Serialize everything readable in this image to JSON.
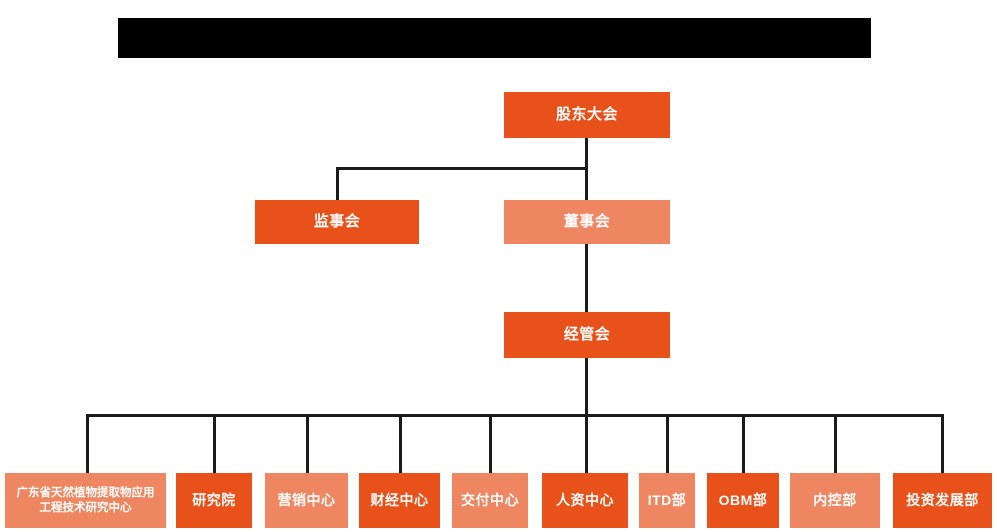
{
  "chart": {
    "type": "org-chart",
    "title_bar": {
      "label": "",
      "redacted": true,
      "color": "#000000"
    },
    "colors": {
      "dark_orange": "#E8511A",
      "light_orange": "#EE8761",
      "connector": "#1a1a1a",
      "background": "#ffffff",
      "text": "#ffffff"
    },
    "levels": [
      {
        "level": 1,
        "nodes": [
          {
            "id": "shareholders",
            "label": "股东大会",
            "shade": "dark"
          }
        ]
      },
      {
        "level": 2,
        "nodes": [
          {
            "id": "supervisory-board",
            "label": "监事会",
            "shade": "dark"
          },
          {
            "id": "board-of-directors",
            "label": "董事会",
            "shade": "light"
          }
        ]
      },
      {
        "level": 3,
        "nodes": [
          {
            "id": "management-committee",
            "label": "经管会",
            "shade": "dark"
          }
        ]
      },
      {
        "level": 4,
        "nodes": [
          {
            "id": "research-center",
            "label": "广东省天然植物提取物应用工程技术研究中心",
            "shade": "light"
          },
          {
            "id": "research-institute",
            "label": "研究院",
            "shade": "dark"
          },
          {
            "id": "marketing-center",
            "label": "营销中心",
            "shade": "light"
          },
          {
            "id": "finance-center",
            "label": "财经中心",
            "shade": "dark"
          },
          {
            "id": "delivery-center",
            "label": "交付中心",
            "shade": "light"
          },
          {
            "id": "hr-center",
            "label": "人资中心",
            "shade": "dark"
          },
          {
            "id": "itd-dept",
            "label": "ITD部",
            "shade": "light"
          },
          {
            "id": "obm-dept",
            "label": "OBM部",
            "shade": "dark"
          },
          {
            "id": "internal-control-dept",
            "label": "内控部",
            "shade": "light"
          },
          {
            "id": "investment-development-dept",
            "label": "投资发展部",
            "shade": "dark"
          }
        ]
      }
    ]
  }
}
